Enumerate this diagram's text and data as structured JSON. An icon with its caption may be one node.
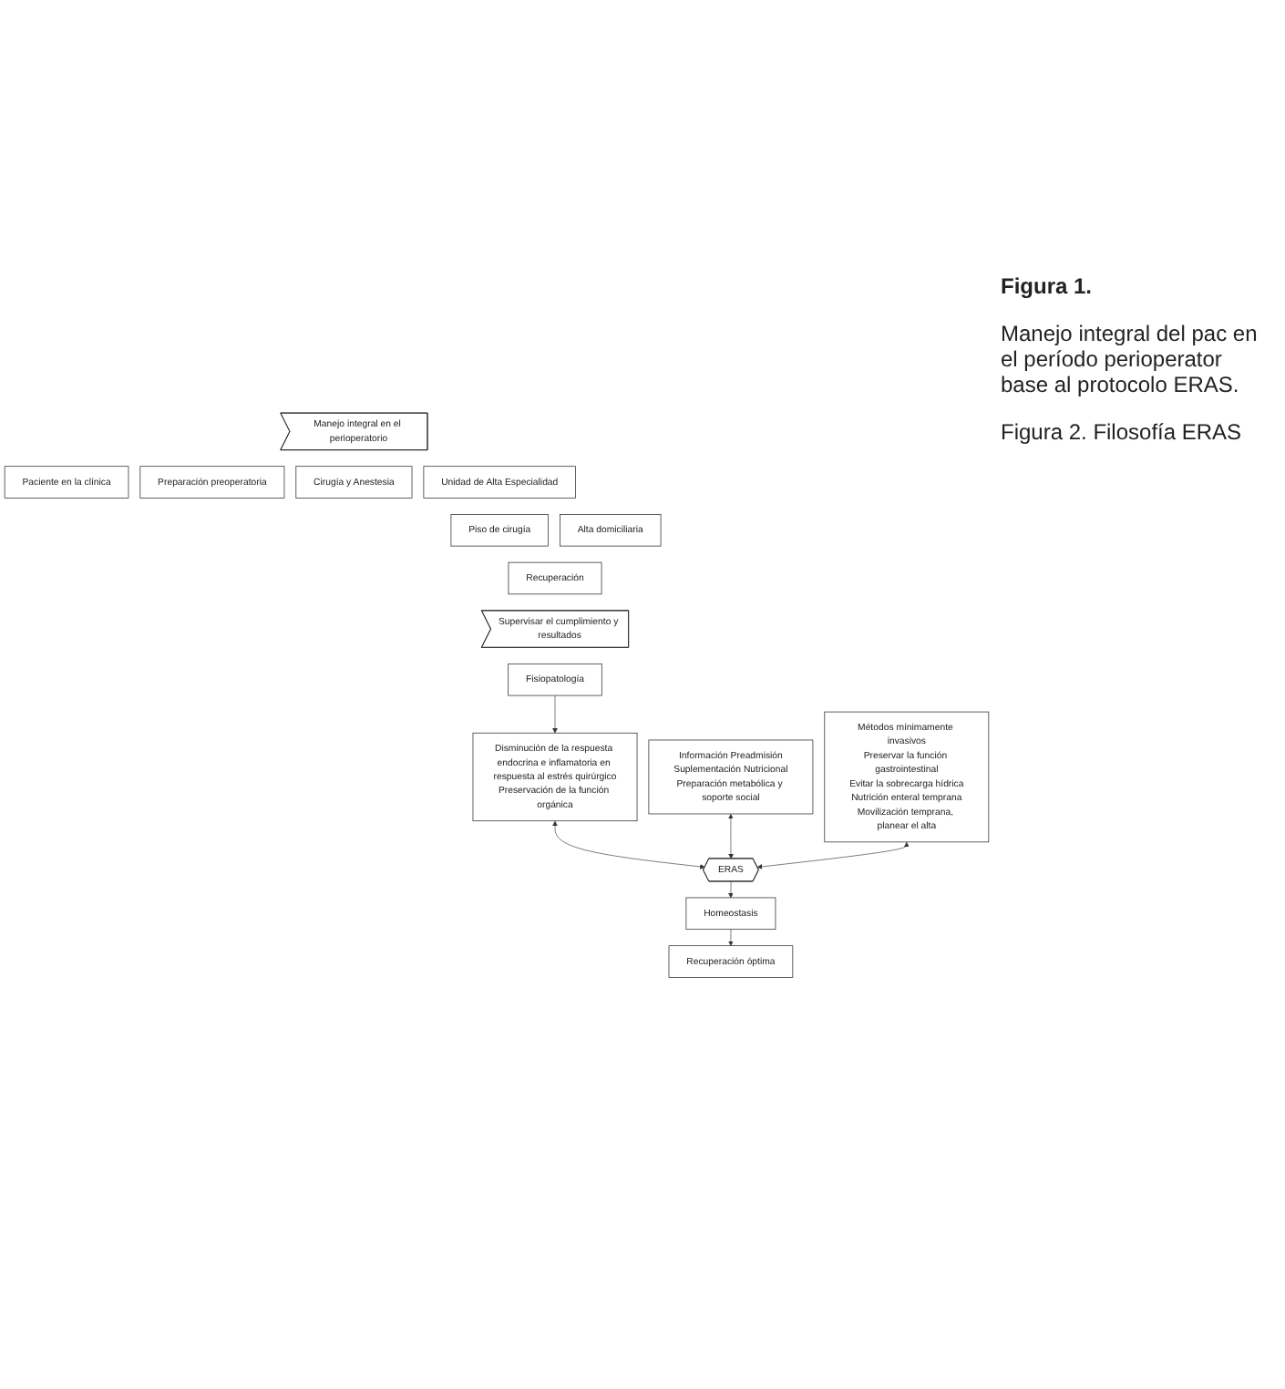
{
  "diagram": {
    "nodes": [
      {
        "text": [
          "Manejo integral en el perioperatorio"
        ]
      },
      {
        "text": [
          "Paciente en la clínica"
        ]
      },
      {
        "text": [
          "Preparación preoperatoria"
        ]
      },
      {
        "text": [
          "Cirugía y Anestesia"
        ]
      },
      {
        "text": [
          "Unidad de Alta Especialidad"
        ]
      },
      {
        "text": [
          "Alta domiciliaria"
        ]
      },
      {
        "text": [
          "Piso de cirugía"
        ]
      },
      {
        "text": [
          "Recuperación"
        ]
      },
      {
        "text": [
          "Supervisar el cumplimiento y resultados"
        ]
      },
      {
        "text": [
          "Fisiopatología"
        ]
      },
      {
        "text": [
          "Disminución de la respuesta endocrina e inflamatoria en respuesta al estrés quirúrgico",
          "Preservación de la función orgánica"
        ]
      },
      {
        "text": [
          "Información Preadmisión",
          "Suplementación Nutricional",
          "Preparación metabólica y soporte social"
        ]
      },
      {
        "text": [
          "ERAS"
        ]
      },
      {
        "text": [
          "Métodos mínimamente invasivos",
          "Preservar la función gastrointestinal",
          "Evitar la sobrecarga hídrica",
          "Nutrición enteral temprana",
          "Movilización temprana, planear el alta"
        ]
      },
      {
        "text": [
          "Homeostasis"
        ]
      },
      {
        "text": [
          "Recuperación óptima"
        ]
      }
    ],
    "edges": [
      {
        "from": 9,
        "to": 10,
        "arrow": "to"
      },
      {
        "from": 10,
        "to": 12,
        "arrow": "both"
      },
      {
        "from": 11,
        "to": 12,
        "arrow": "both"
      },
      {
        "from": 13,
        "to": 12,
        "arrow": "both"
      },
      {
        "from": 12,
        "to": 14,
        "arrow": "to"
      },
      {
        "from": 14,
        "to": 15,
        "arrow": "to"
      }
    ],
    "labels": [
      "Figura 1.",
      "Manejo integral del pac en el período perioperator base al protocolo ERAS.",
      "Figura 2. Filosofía ERAS"
    ]
  }
}
